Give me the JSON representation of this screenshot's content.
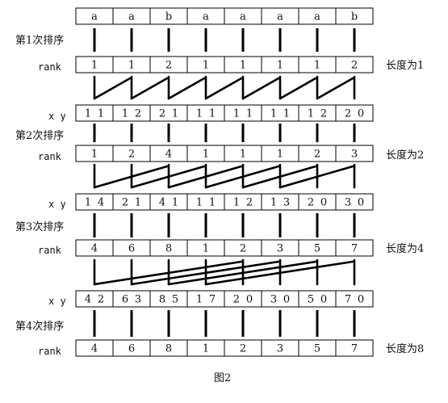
{
  "chars": [
    "a",
    "a",
    "b",
    "a",
    "a",
    "a",
    "a",
    "b"
  ],
  "stages": [
    {
      "round_label": "第1次排序",
      "rank_label": "rank",
      "rank": [
        "1",
        "1",
        "2",
        "1",
        "1",
        "1",
        "1",
        "2"
      ],
      "length_label": "长度为1",
      "xy_label": "x  y",
      "pairs": [
        [
          "1",
          "1"
        ],
        [
          "1",
          "2"
        ],
        [
          "2",
          "1"
        ],
        [
          "1",
          "1"
        ],
        [
          "1",
          "1"
        ],
        [
          "1",
          "1"
        ],
        [
          "1",
          "2"
        ],
        [
          "2",
          "0"
        ]
      ]
    },
    {
      "round_label": "第2次排序",
      "rank_label": "rank",
      "rank": [
        "1",
        "2",
        "4",
        "1",
        "1",
        "1",
        "2",
        "3"
      ],
      "length_label": "长度为2",
      "xy_label": "x  y",
      "pairs": [
        [
          "1",
          "4"
        ],
        [
          "2",
          "1"
        ],
        [
          "4",
          "1"
        ],
        [
          "1",
          "1"
        ],
        [
          "1",
          "2"
        ],
        [
          "1",
          "3"
        ],
        [
          "2",
          "0"
        ],
        [
          "3",
          "0"
        ]
      ]
    },
    {
      "round_label": "第3次排序",
      "rank_label": "rank",
      "rank": [
        "4",
        "6",
        "8",
        "1",
        "2",
        "3",
        "5",
        "7"
      ],
      "length_label": "长度为4",
      "xy_label": "x  y",
      "pairs": [
        [
          "4",
          "2"
        ],
        [
          "6",
          "3"
        ],
        [
          "8",
          "5"
        ],
        [
          "1",
          "7"
        ],
        [
          "2",
          "0"
        ],
        [
          "3",
          "0"
        ],
        [
          "5",
          "0"
        ],
        [
          "7",
          "0"
        ]
      ]
    },
    {
      "round_label": "第4次排序",
      "rank_label": "rank",
      "rank": [
        "4",
        "6",
        "8",
        "1",
        "2",
        "3",
        "5",
        "7"
      ],
      "length_label": "长度为8"
    }
  ],
  "caption": "图2"
}
